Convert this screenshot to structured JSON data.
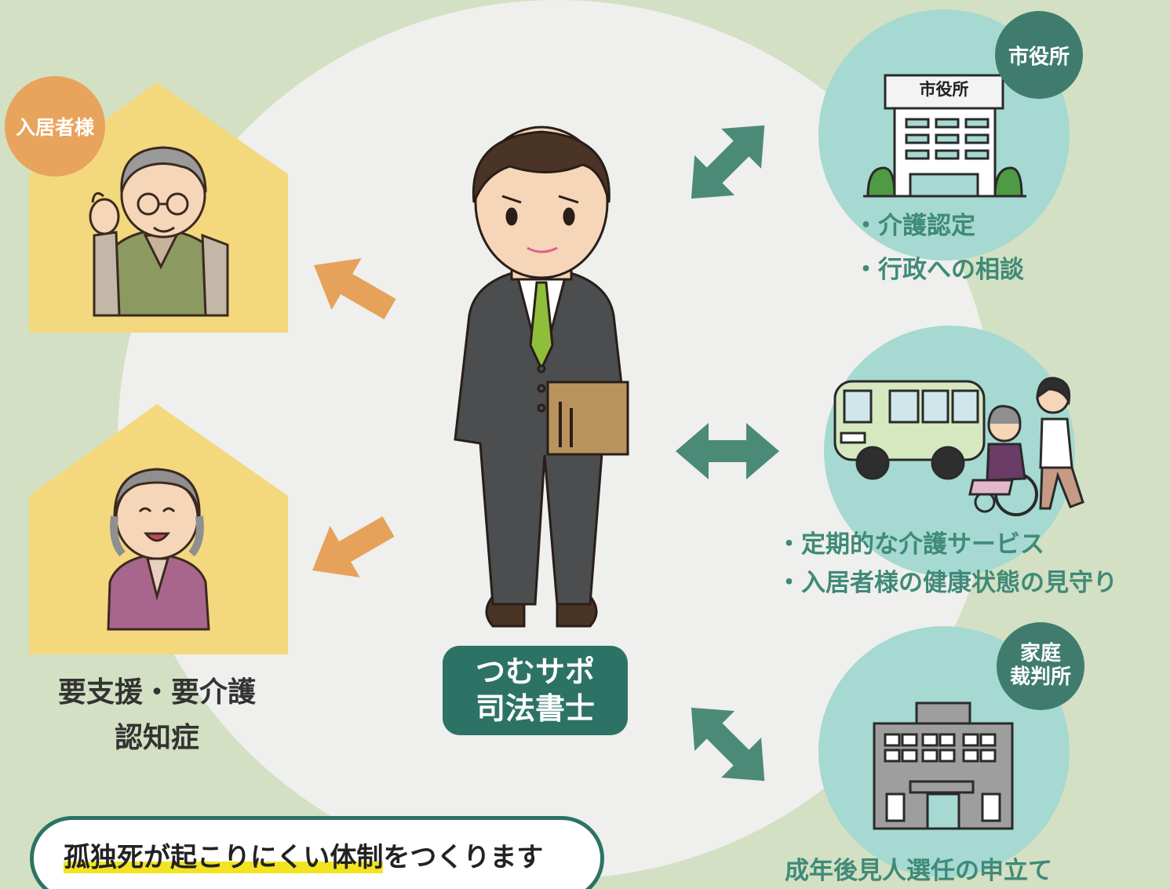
{
  "badges": {
    "resident": "入居者様",
    "city_hall": "市役所",
    "family_court_line1": "家庭",
    "family_court_line2": "裁判所"
  },
  "city_hall_sign": "市役所",
  "city_hall_services": [
    "・介護認定",
    "・行政への相談"
  ],
  "care_services": [
    "・定期的な介護サービス",
    "・入居者様の健康状態の見守り"
  ],
  "court_service": "成年後見人選任の申立て",
  "resident_conditions": [
    "要支援・要介護",
    "認知症"
  ],
  "provider": {
    "line1": "つむサポ",
    "line2": "司法書士"
  },
  "banner": {
    "highlight": "孤独死が起こりにくい体制",
    "rest": "をつくります"
  },
  "colors": {
    "background": "#d3e0c3",
    "center_circle": "#efefed",
    "teal": "#2c7365",
    "green_text": "#3f8a78",
    "service_circle": "#a5d9d1",
    "house": "#f3d87e",
    "resident_badge": "#e8a35c",
    "orange_arrow": "#e6a15a",
    "teal_arrow": "#4c8a78",
    "highlight": "#f2e422"
  }
}
